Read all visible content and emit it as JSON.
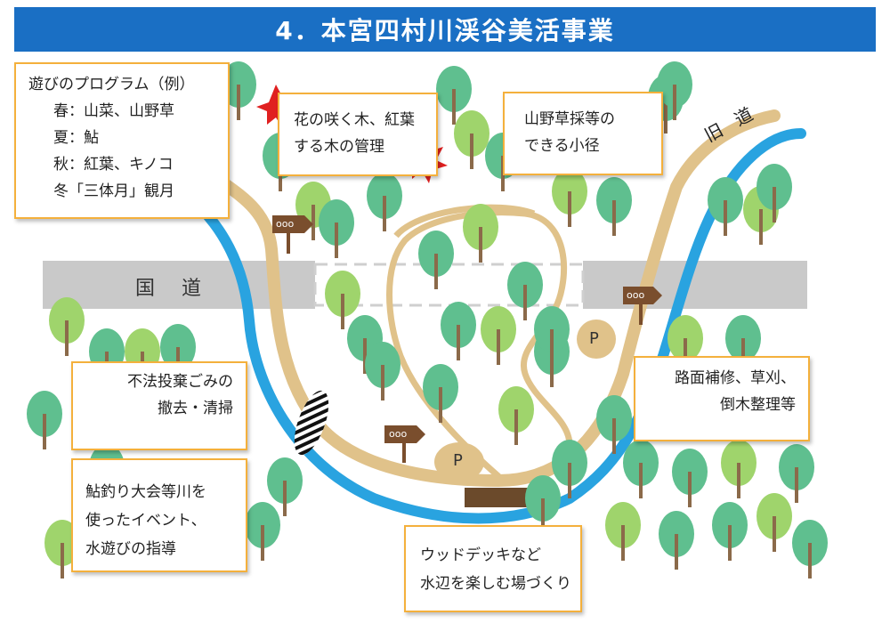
{
  "header": {
    "title": "4．本宮四村川渓谷美活事業"
  },
  "roads": {
    "national": "国道",
    "old": "旧道"
  },
  "signs": {
    "label": "ooo"
  },
  "parking": {
    "label": "P"
  },
  "callouts": {
    "program": [
      "遊びのプログラム（例）",
      "春：山菜、山野草",
      "夏：鮎",
      "秋：紅葉、キノコ",
      "冬「三体月」観月"
    ],
    "flowers": [
      "花の咲く木、紅葉",
      "する木の管理"
    ],
    "trail": [
      "山野草採等の",
      "できる小径"
    ],
    "cleanup": [
      "不法投棄ごみの",
      "撤去・清掃"
    ],
    "repair": [
      "路面補修、草刈、",
      "倒木整理等"
    ],
    "event": [
      "鮎釣り大会等川を",
      "使ったイベント、",
      "水遊びの指導"
    ],
    "deck": [
      "ウッドデッキなど",
      "水辺を楽しむ場づくり"
    ]
  },
  "colors": {
    "header": "#1a6fc4",
    "river": "#29a3e0",
    "path": "#e0c28a",
    "road": "#c9c9c9",
    "tree": "#5fbf8f",
    "tree_light": "#9fd46c",
    "trunk": "#8b6a4a",
    "callout_border": "#f4b03c",
    "sign": "#7a4e2d"
  }
}
